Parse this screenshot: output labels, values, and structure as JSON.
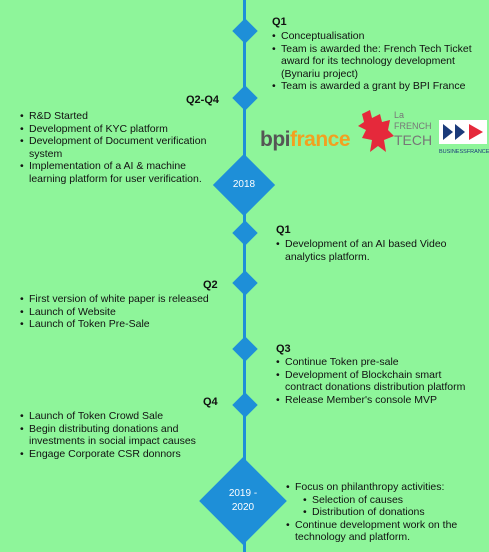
{
  "timeline": {
    "q1_2017": {
      "label": "Q1",
      "items": [
        "Conceptualisation",
        "Team is awarded the: French Tech Ticket award for its technology development (Bynariu project)",
        "Team is awarded a grant by BPI France"
      ]
    },
    "q2q4_2017": {
      "label": "Q2-Q4",
      "items": [
        "R&D Started",
        "Development of KYC platform",
        "Development of Document verification system",
        "Implementation of a AI & machine learning platform for user verification."
      ]
    },
    "year_2018": "2018",
    "q1_2018": {
      "label": "Q1",
      "items": [
        "Development of an AI based Video analytics platform."
      ]
    },
    "q2_2018": {
      "label": "Q2",
      "items": [
        "First version of white paper is released",
        "Launch of Website",
        "Launch of Token Pre-Sale"
      ]
    },
    "q3_2018": {
      "label": "Q3",
      "items": [
        "Continue Token pre-sale",
        "Development of Blockchain smart contract donations distribution platform",
        "Release Member's console MVP"
      ]
    },
    "q4_2018": {
      "label": "Q4",
      "items": [
        "Launch of Token Crowd Sale",
        "Begin distributing donations and investments in social impact causes",
        "Engage Corporate CSR donnors"
      ]
    },
    "year_2019": {
      "line1": "2019 -",
      "line2": "2020"
    },
    "y2019_2020": {
      "item1": "Focus on philanthropy activities:",
      "sub": [
        "Selection of causes",
        "Distribution of donations"
      ],
      "item2": "Continue development work on the technology and platform."
    }
  },
  "logos": {
    "bpi": {
      "text_dark": "bpi",
      "text_orange": "france"
    },
    "french_tech": {
      "line1": "La",
      "line2": "FRENCH",
      "line3": "TECH"
    },
    "business_france": {
      "text": "BUSINESSFRANCE"
    }
  },
  "colors": {
    "background": "#8ef59a",
    "accent": "#1e8fd8",
    "bpi_orange": "#f2a020",
    "red": "#e5293b",
    "navy": "#1b3a7a"
  }
}
